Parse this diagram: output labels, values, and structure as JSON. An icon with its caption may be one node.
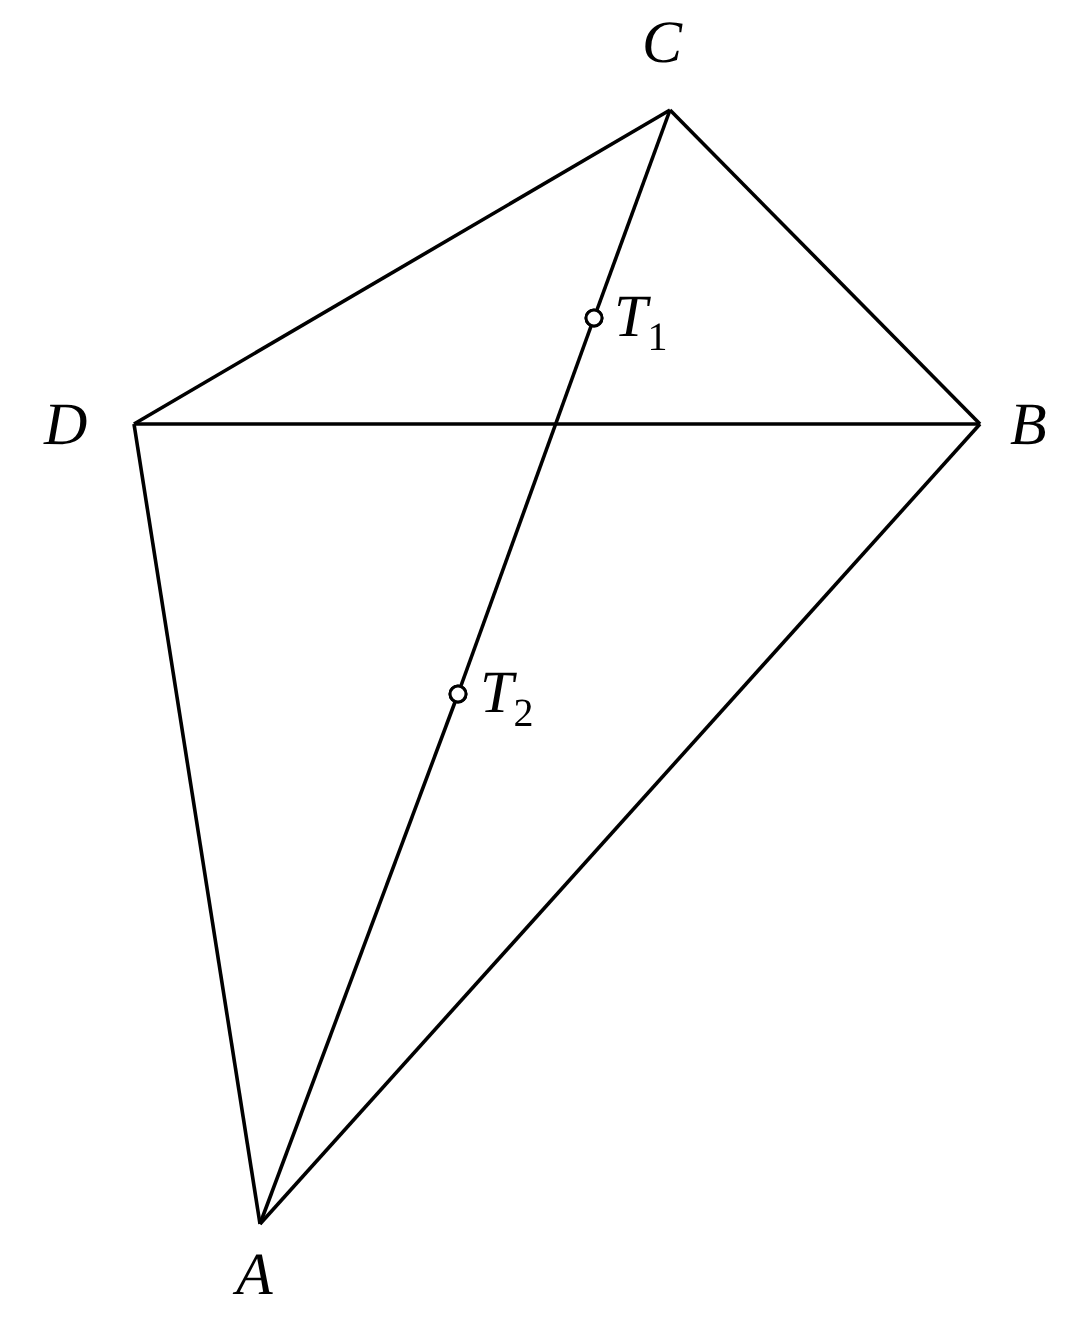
{
  "diagram": {
    "nodes": [
      {
        "text": [
          "C"
        ]
      },
      {
        "text": [
          "T$_{1}$"
        ]
      },
      {
        "text": [
          "D"
        ]
      },
      {
        "text": [
          "B"
        ]
      },
      {
        "text": [
          "T$_{2}$"
        ]
      },
      {
        "text": [
          "A"
        ]
      }
    ],
    "edges": [
      {
        "from": 0,
        "to": 2,
        "arrow": "none"
      },
      {
        "from": 0,
        "to": 3,
        "arrow": "none"
      },
      {
        "from": 2,
        "to": 3,
        "arrow": "none"
      },
      {
        "from": 2,
        "to": 5,
        "arrow": "none"
      },
      {
        "from": 3,
        "to": 5,
        "arrow": "none"
      },
      {
        "from": 0,
        "to": 1,
        "arrow": "other"
      },
      {
        "from": 1,
        "to": 4,
        "arrow": "other"
      },
      {
        "from": 4,
        "to": 5,
        "arrow": "other"
      }
    ]
  }
}
